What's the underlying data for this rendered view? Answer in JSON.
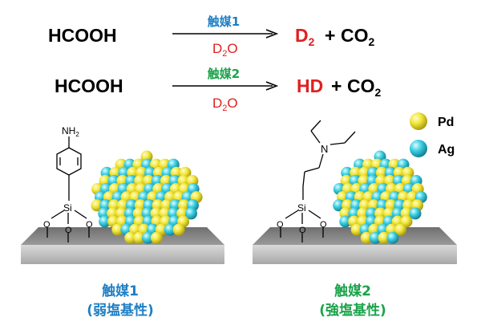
{
  "reactions": [
    {
      "reactant": "HCOOH",
      "catalyst": "触媒1",
      "solvent": "D",
      "solvent_sub": "2",
      "solvent_tail": "O",
      "product_main": "D",
      "product_main_sub": "2",
      "plus": "+",
      "product_gas": "CO",
      "product_gas_sub": "2"
    },
    {
      "reactant": "HCOOH",
      "catalyst": "触媒2",
      "solvent": "D",
      "solvent_sub": "2",
      "solvent_tail": "O",
      "product_main": "HD",
      "plus": "+",
      "product_gas": "CO",
      "product_gas_sub": "2"
    }
  ],
  "legend": [
    {
      "label": "Pd",
      "color": "#e8e14a"
    },
    {
      "label": "Ag",
      "color": "#3fc7d9"
    }
  ],
  "molecules": {
    "amine_label": "NH",
    "amine_sub": "2",
    "amine2_label": "N",
    "si_label": "Si",
    "oxygen_label": "O"
  },
  "catalysts": [
    {
      "name": "触媒1",
      "description": "(弱塩基性)",
      "color": "#1f7fc4"
    },
    {
      "name": "触媒2",
      "description": "(強塩基性)",
      "color": "#1aa34a"
    }
  ],
  "colors": {
    "product": "#e02020",
    "solvent": "#e02020",
    "catalyst1": "#1f7fc4",
    "catalyst2": "#1aa34a",
    "support": "#8d8d8d"
  }
}
